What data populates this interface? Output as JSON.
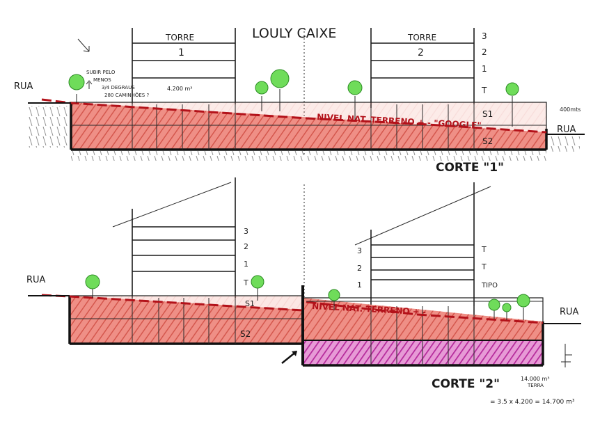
{
  "title": "LOULY CAIXE",
  "section1": {
    "tower1_label": "TORRE",
    "tower1_number": "1",
    "tower2_label": "TORRE",
    "tower2_number": "2",
    "floor_labels": [
      "3",
      "2",
      "1",
      "T"
    ],
    "basement_labels": [
      "S1",
      "S2"
    ],
    "street_left": "RUA",
    "street_right": "RUA",
    "natural_ground": "NIVEL NAT. TERRENO + - \"GOOGLE\"",
    "note_lines": [
      "SUBIR PELO",
      "MENOS",
      "3/4 DEGRAUS",
      "280 CAMINHÕES ?"
    ],
    "volume_note": "4.200 m³",
    "dimension_note": "400mts",
    "cut_label": "CORTE \"1\""
  },
  "section2": {
    "left_floor_labels": [
      "3",
      "2",
      "1",
      "T"
    ],
    "right_floor_labels_left": [
      "3",
      "2",
      "1"
    ],
    "right_floor_labels_right": [
      "T",
      "T",
      "TIPO"
    ],
    "basement_labels": [
      "S1",
      "S2"
    ],
    "street_left": "RUA",
    "street_right": "RUA",
    "natural_ground": "NIVEL NAT. TERRENO + -",
    "volume_note": [
      "14.000 m³",
      "TERRA"
    ],
    "calc_note": "= 3.5 x 4.200 = 14.700 m³",
    "cut_label": "CORTE \"2\""
  },
  "colors": {
    "fill_red": "#e8857a",
    "fill_pink": "#f2a59a",
    "fill_magenta": "#c23aa8",
    "ink_red": "#b3121a",
    "tree_green": "#4ed13a",
    "ink": "#1a1a1a"
  }
}
